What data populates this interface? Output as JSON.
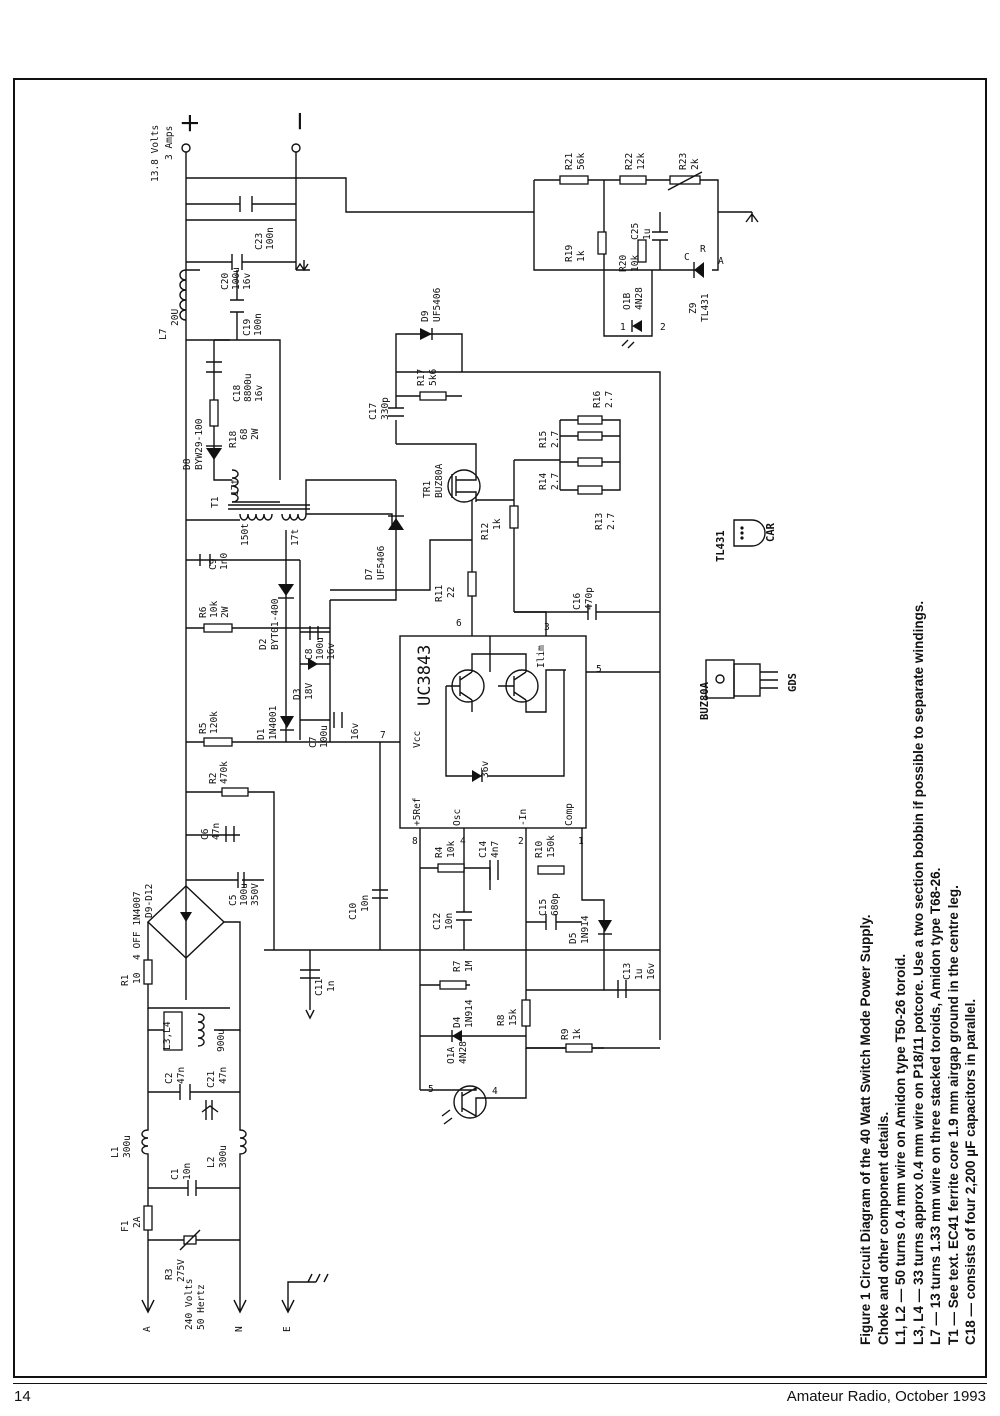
{
  "footer": {
    "page_number": "14",
    "journal": "Amateur Radio, October 1993"
  },
  "caption": {
    "title": "Figure 1 Circuit Diagram of the 40 Watt Switch Mode Power Supply.",
    "lines": [
      "Choke and other component details.",
      "L1, L2 — 50 turns 0.4 mm wire on Amidon type T50-26 toroid.",
      "L3, L4 — 33 turns approx 0.4 mm wire on P18/11 potcore. Use a two section bobbin if possible to separate windings.",
      "L7 — 13 turns 1.33 mm wire on three stacked toroids, Amidon type T68-26.",
      "T1 — See text. EC41 ferrite core 1.9 mm airgap ground in the centre leg.",
      "C18 — consists of four 2,200 µF capacitors in parallel."
    ]
  },
  "schematic": {
    "output": {
      "voltage": "13.8 Volts",
      "current": "3 Amps",
      "plus": "+",
      "minus": "−"
    },
    "input": {
      "voltage": "240 Volts",
      "freq": "50 Hertz",
      "a": "A",
      "n": "N",
      "e": "E"
    },
    "ic": {
      "name": "UC3843",
      "pins": {
        "vcc": "Vcc",
        "vref": "+5Ref",
        "osc": "Osc",
        "inv": "-In",
        "comp": "Comp",
        "ilim": "Ilim",
        "p1": "1",
        "p2": "2",
        "p3": "3",
        "p4": "4",
        "p5": "5",
        "p6": "6",
        "p7": "7",
        "p8": "8",
        "zener": "36v"
      }
    },
    "parts": {
      "F1": "F1",
      "F1v": "2A",
      "R3": "R3",
      "R3v": "275V",
      "C1": "C1",
      "C1v": "10n",
      "L1": "L1",
      "L1v": "300u",
      "L2": "L2",
      "L2v": "300u",
      "C2": "C2",
      "C2v": "47n",
      "C21": "C21",
      "C21v": "47n",
      "L34": "L3,L4",
      "L34v": "900u",
      "R1": "R1",
      "R1v": "10",
      "D912": "4 OFF 1N4007",
      "D912b": "D9-D12",
      "C5": "C5",
      "C5v": "100u",
      "C5v2": "350V",
      "C6": "C6",
      "C6v": "47n",
      "R2": "R2",
      "R2v": "470k",
      "R5": "R5",
      "R5v": "120k",
      "R6": "R6",
      "R6v": "10k",
      "R6v2": "2W",
      "C9": "C9",
      "C9v": "1n0",
      "D1": "D1",
      "D1v": "1N4001",
      "D2": "D2",
      "D2v": "BYT01-400",
      "D3": "D3",
      "D3v": "18V",
      "C7": "C7",
      "C7v": "100u",
      "C7v2": "16v",
      "C8": "C8",
      "C8v": "100u",
      "C8v2": "16v",
      "T1": "T1",
      "T1a": "150t",
      "T1b": "17t",
      "T1c": "17t",
      "D7": "D7",
      "D7v": "UF5406",
      "D8": "D8",
      "D8v": "BYW29-100",
      "R18": "R18",
      "R18v": "68",
      "R18v2": "2W",
      "C18": "C18",
      "C18v": "8800u",
      "C18v2": "16v",
      "C19": "C19",
      "C19v": "100n",
      "L7": "L7",
      "L7v": "20U",
      "C20": "C20",
      "C20v": "100u",
      "C20v2": "16v",
      "C23": "C23",
      "C23v": "100n",
      "C17": "C17",
      "C17v": "330p",
      "R17": "R17",
      "R17v": "5k6",
      "D9": "D9",
      "D9v": "UF5406",
      "TR1": "TR1",
      "TR1v": "BUZ80A",
      "R11": "R11",
      "R11v": "22",
      "R12": "R12",
      "R12v": "1k",
      "C16": "C16",
      "C16v": "470p",
      "R13": "R13",
      "R13v": "2.7",
      "R14": "R14",
      "R14v": "2.7",
      "R15": "R15",
      "R15v": "2.7",
      "R16": "R16",
      "R16v": "2.7",
      "R21": "R21",
      "R21v": "56k",
      "R22": "R22",
      "R22v": "12k",
      "R23": "R23",
      "R23v": "2k",
      "R19": "R19",
      "R19v": "1k",
      "R20": "R20",
      "R20v": "10k",
      "C25": "C25",
      "C25v": "1u",
      "Z9": "Z9",
      "Z9v": "TL431",
      "Z9c": "C",
      "Z9r": "R",
      "Z9a": "A",
      "O1B": "O1B",
      "O1Bv": "4N28",
      "O1Bp1": "1",
      "O1Bp2": "2",
      "R4": "R4",
      "R4v": "10k",
      "C14": "C14",
      "C14v": "4n7",
      "R10": "R10",
      "R10v": "150k",
      "C12": "C12",
      "C12v": "10n",
      "C15": "C15",
      "C15v": "680p",
      "D5": "D5",
      "D5v": "1N914",
      "C10": "C10",
      "C10v": "10n",
      "C11": "C11",
      "C11v": "1n",
      "R7": "R7",
      "R7v": "1M",
      "D4": "D4",
      "D4v": "1N914",
      "R8": "R8",
      "R8v": "15k",
      "C13": "C13",
      "C13v": "1u",
      "C13v2": "16v",
      "R9": "R9",
      "R9v": "1k",
      "O1A": "O1A",
      "O1Av": "4N28",
      "O1Ap5": "5",
      "O1Ap4": "4"
    },
    "pinouts": {
      "tl431": "TL431",
      "tl431pins": "CAR",
      "buz80a": "BUZ80A",
      "buz80apins": "GDS"
    }
  }
}
